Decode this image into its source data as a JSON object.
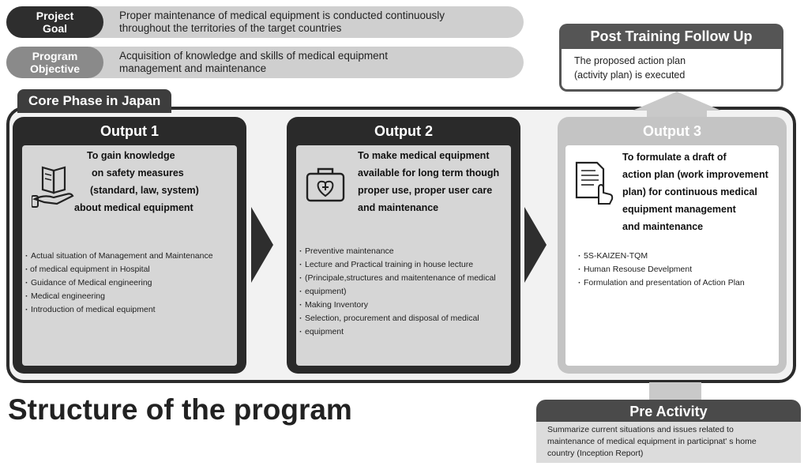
{
  "goal": {
    "tag_line1": "Project",
    "tag_line2": "Goal",
    "text_line1": "Proper maintenance of medical equipment is conducted continuously",
    "text_line2": "throughout the territories of the target countries"
  },
  "objective": {
    "tag_line1": "Program",
    "tag_line2": "Objective",
    "text_line1": "Acquisition of knowledge and skills of medical equipment",
    "text_line2": "management and maintenance"
  },
  "post_training": {
    "title": "Post Training Follow Up",
    "line1": "The proposed action plan",
    "line2": "(activity plan) is executed"
  },
  "core_phase": {
    "label": "Core Phase in Japan"
  },
  "outputs": [
    {
      "title": "Output 1",
      "icon": "book-hand-icon",
      "heading": [
        "To gain knowledge",
        "on safety measures",
        "(standard, law, system)",
        "about medical equipment"
      ],
      "bullets": [
        "Actual situation of Management and Maintenance",
        "of medical equipment in Hospital",
        "Guidance of Medical engineering",
        "Medical engineering",
        "Introduction of medical equipment"
      ]
    },
    {
      "title": "Output 2",
      "icon": "medical-kit-icon",
      "heading": [
        "To make medical equipment",
        "available for long term though",
        "proper use, proper user care",
        "and maintenance"
      ],
      "bullets": [
        "Preventive maintenance",
        "Lecture and Practical training in house lecture",
        "(Principale,structures and maitentenance of medical",
        "equipment)",
        "Making Inventory",
        "Selection, procurement and disposal of medical",
        "equipment"
      ]
    },
    {
      "title": "Output 3",
      "icon": "document-pointer-icon",
      "heading": [
        "To formulate a draft of",
        "action plan (work improvement",
        "plan) for continuous medical",
        "equipment management",
        "and maintenance"
      ],
      "bullets": [
        "5S-KAIZEN-TQM",
        "Human Resouse Develpment",
        "Formulation and presentation of Action Plan"
      ]
    }
  ],
  "title": "Structure of the program",
  "pre_activity": {
    "title": "Pre Activity",
    "line1": "Summarize current situations and issues related to",
    "line2": "maintenance of medical equipment in participnat' s home",
    "line3": "country (Inception Report)"
  }
}
